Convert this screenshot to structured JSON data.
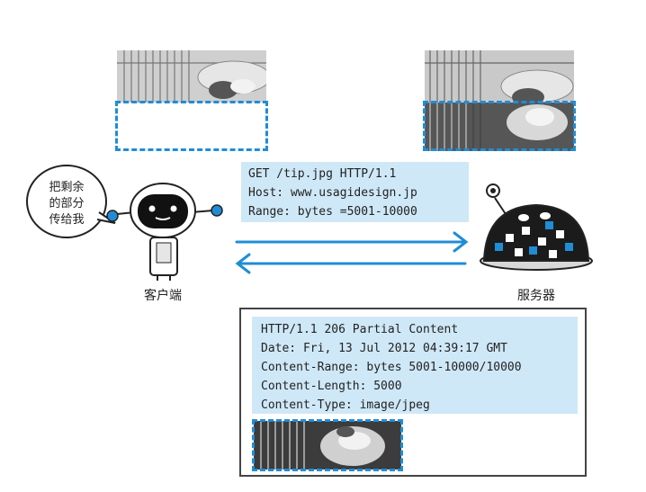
{
  "request": {
    "line1": "GET /tip.jpg HTTP/1.1",
    "line2": "Host: www.usagidesign.jp",
    "line3": "Range: bytes =5001-10000"
  },
  "response": {
    "line1": "HTTP/1.1 206 Partial Content",
    "line2": "Date: Fri, 13 Jul 2012 04:39:17 GMT",
    "line3": "Content-Range: bytes 5001-10000/10000",
    "line4": "Content-Length: 5000",
    "line5": "Content-Type: image/jpeg"
  },
  "client": {
    "label": "客户端",
    "speech_line1": "把剩余",
    "speech_line2": "的部分",
    "speech_line3": "传给我"
  },
  "server": {
    "label": "服务器"
  },
  "colors": {
    "accent_blue": "#1f8dd6",
    "box_fill": "#cfe8f7"
  }
}
